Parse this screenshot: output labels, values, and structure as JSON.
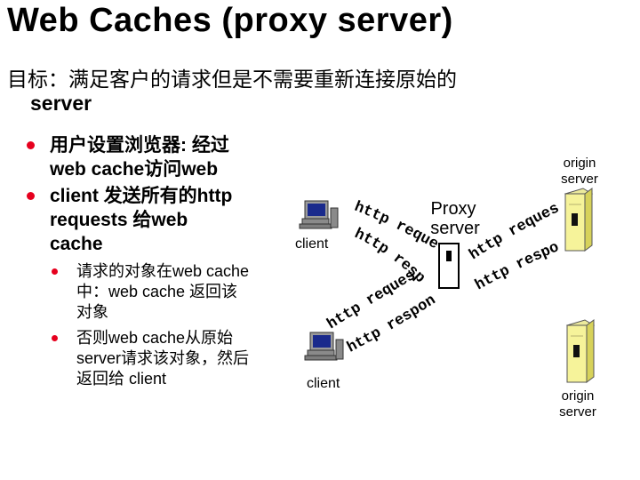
{
  "title": "Web Caches (proxy server)",
  "subtitle": {
    "line1": "目标：满足客户的请求但是不需要重新连接原始的",
    "line2": "server"
  },
  "bullets": [
    {
      "lines": [
        "用户设置浏览器: 经过",
        "web cache访问web"
      ]
    },
    {
      "lines": [
        "client 发送所有的http",
        "requests 给web",
        "cache"
      ]
    }
  ],
  "subbullets": [
    {
      "lines": [
        "请求的对象在web cache",
        "中：web cache 返回该",
        "对象"
      ]
    },
    {
      "lines": [
        "否则web cache从原始",
        "server请求该对象，然后",
        "返回给 client"
      ]
    }
  ],
  "diagram": {
    "proxy_label_1": "Proxy",
    "proxy_label_2": "server",
    "client_top_label": "client",
    "client_bottom_label": "client",
    "origin_top_label_1": "origin",
    "origin_top_label_2": "server",
    "origin_bottom_label_1": "origin",
    "origin_bottom_label_2": "server",
    "arrow_texts": {
      "c1_request": "http request",
      "c1_response": "http response",
      "c2_request": "http request",
      "c2_response": "http response",
      "o1_request": "http request",
      "o1_response": "http response"
    }
  },
  "colors": {
    "bullet": "#e6001e",
    "server_body": "#f6f39a",
    "server_side": "#d7d25a",
    "server_indicator": "#111111",
    "proxy_box": "#ffffff",
    "monitor_screen": "#1a2a8c"
  },
  "icons": [
    "desktop-computer-icon",
    "server-tower-icon",
    "proxy-box-icon"
  ]
}
